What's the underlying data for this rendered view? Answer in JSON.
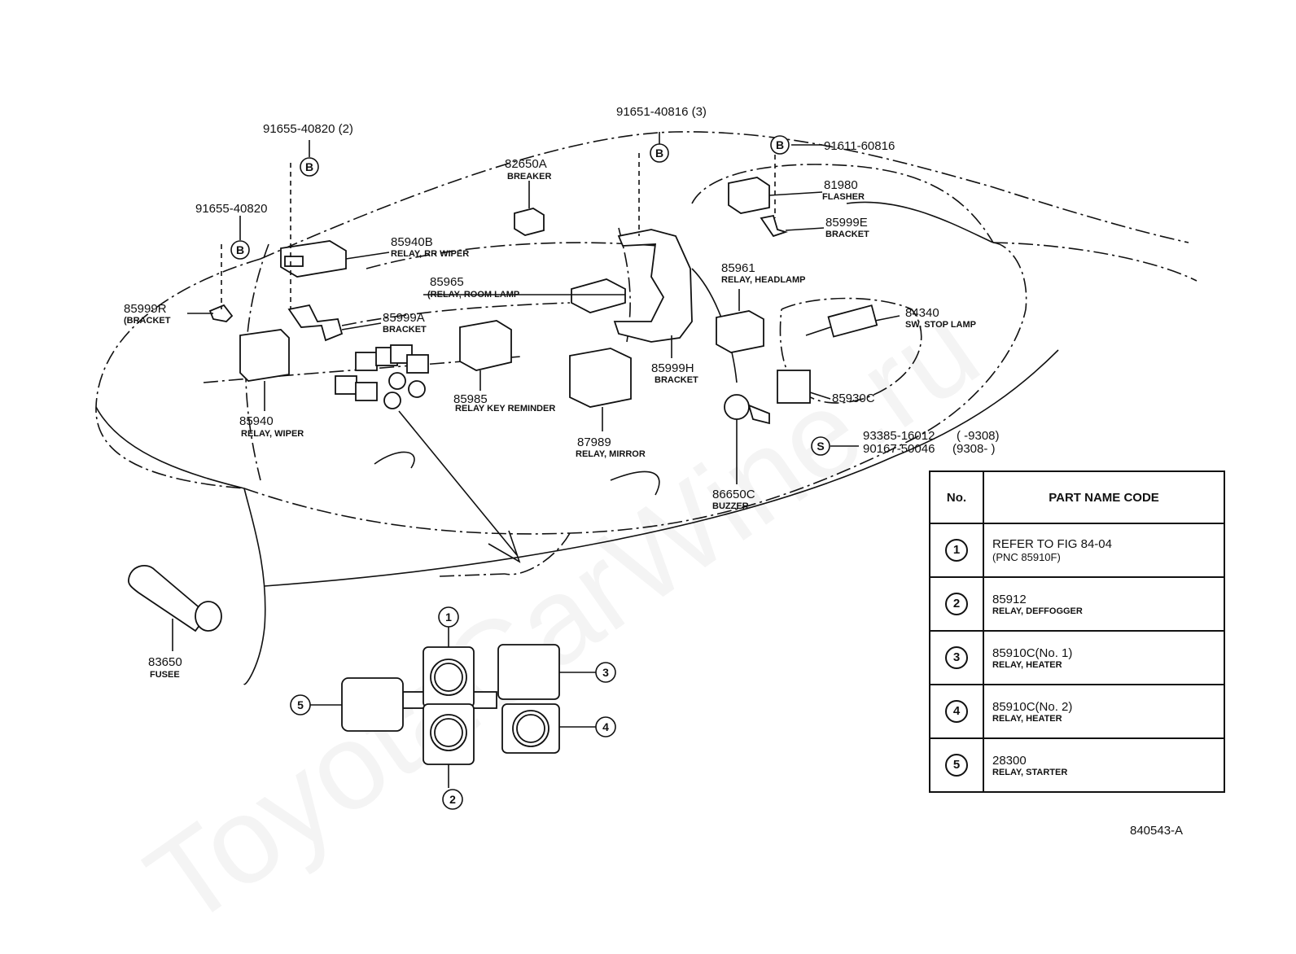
{
  "callouts": [
    {
      "id": "c1",
      "part": "91655-40820 (2)",
      "name": ""
    },
    {
      "id": "c2",
      "part": "91655-40820",
      "name": ""
    },
    {
      "id": "c3",
      "part": "82650A",
      "name": "BREAKER"
    },
    {
      "id": "c4",
      "part": "91651-40816 (3)",
      "name": ""
    },
    {
      "id": "c5",
      "part": "91611-60816",
      "name": ""
    },
    {
      "id": "c6",
      "part": "81980",
      "name": "FLASHER"
    },
    {
      "id": "c7",
      "part": "85999E",
      "name": "BRACKET"
    },
    {
      "id": "c8",
      "part": "85940B",
      "name": "RELAY, RR WIPER"
    },
    {
      "id": "c9",
      "part": "85965",
      "name": "(RELAY, ROOM LAMP"
    },
    {
      "id": "c10",
      "part": "85961",
      "name": "RELAY, HEADLAMP"
    },
    {
      "id": "c11",
      "part": "85999R",
      "name": "(BRACKET"
    },
    {
      "id": "c12",
      "part": "85999A",
      "name": "BRACKET"
    },
    {
      "id": "c13",
      "part": "84340",
      "name": "SW, STOP LAMP"
    },
    {
      "id": "c14",
      "part": "85999H",
      "name": "BRACKET"
    },
    {
      "id": "c15",
      "part": "85930C",
      "name": ""
    },
    {
      "id": "c16",
      "part": "85940",
      "name": "RELAY, WIPER"
    },
    {
      "id": "c17",
      "part": "85985",
      "name": "RELAY KEY REMINDER"
    },
    {
      "id": "c18",
      "part": "87989",
      "name": "RELAY, MIRROR"
    },
    {
      "id": "c19",
      "part": "86650C",
      "name": "BUZZER"
    },
    {
      "id": "c20",
      "part": "83650",
      "name": "FUSEE"
    }
  ],
  "fastener_letters": {
    "b": "B",
    "s": "S"
  },
  "s_parts": [
    {
      "code": "93385-16012",
      "range": "(        -9308)"
    },
    {
      "code": "90167-50046",
      "range": "(9308-         )"
    }
  ],
  "detail_numbers": [
    "1",
    "2",
    "3",
    "4",
    "5"
  ],
  "table": {
    "header_no": "No.",
    "header_name": "PART NAME CODE",
    "rows": [
      {
        "no": "1",
        "code": "REFER TO FIG 84-04",
        "desc": "(PNC 85910F)"
      },
      {
        "no": "2",
        "code": "85912",
        "desc": "RELAY, DEFFOGGER"
      },
      {
        "no": "3",
        "code": "85910C(No. 1)",
        "desc": "RELAY, HEATER"
      },
      {
        "no": "4",
        "code": "85910C(No. 2)",
        "desc": "RELAY, HEATER"
      },
      {
        "no": "5",
        "code": "28300",
        "desc": "RELAY, STARTER"
      }
    ]
  },
  "figure_code": "840543-A",
  "watermark": "ToyotaCarWine.ru"
}
